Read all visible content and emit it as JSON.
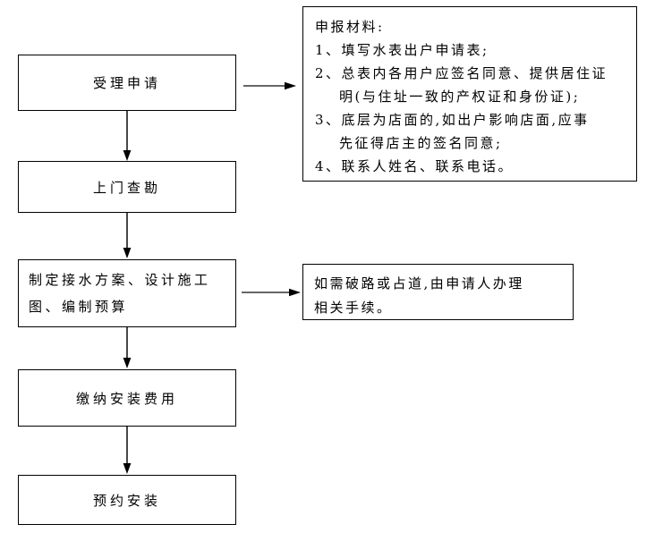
{
  "canvas": {
    "background": "#ffffff",
    "line_color": "#000000"
  },
  "flow_steps": [
    {
      "id": "accept-application",
      "lines": [
        "受理申请"
      ]
    },
    {
      "id": "site-survey",
      "lines": [
        "上门查勘"
      ]
    },
    {
      "id": "plan-and-design",
      "lines": [
        "制定接水方案、设计施工",
        "图、编制预算"
      ]
    },
    {
      "id": "pay-installation-fee",
      "lines": [
        "缴纳安装费用"
      ]
    },
    {
      "id": "book-installation",
      "lines": [
        "预约安装"
      ]
    }
  ],
  "side_notes": [
    {
      "id": "application-materials",
      "lines": [
        "申报材料:",
        "1、填写水表出户申请表;",
        "2、总表内各用户应签名同意、提供居住证",
        "明(与住址一致的产权证和身份证);",
        "3、底层为店面的,如出户影响店面,应事",
        "先征得店主的签名同意;",
        "4、联系人姓名、联系电话。"
      ]
    },
    {
      "id": "road-permit",
      "lines": [
        "如需破路或占道,由申请人办理",
        "相关手续。"
      ]
    }
  ]
}
